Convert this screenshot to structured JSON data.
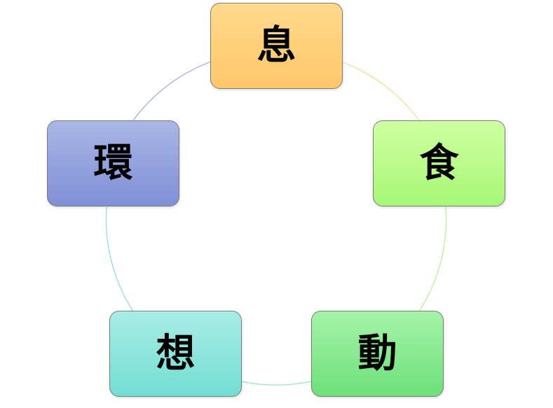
{
  "diagram": {
    "type": "cycle",
    "nodes": [
      {
        "label": "息",
        "color_top": "#FFD98C",
        "color_bottom": "#FFC76B"
      },
      {
        "label": "食",
        "color_top": "#CFFFA0",
        "color_bottom": "#A6F777"
      },
      {
        "label": "動",
        "color_top": "#A4F3A7",
        "color_bottom": "#6EE07A"
      },
      {
        "label": "想",
        "color_top": "#A8EDE6",
        "color_bottom": "#73DDD3"
      },
      {
        "label": "環",
        "color_top": "#A9B6E6",
        "color_bottom": "#7F90D6"
      }
    ],
    "arc_colors": [
      "#F5D98A",
      "#B9EE8E",
      "#9BE7B8",
      "#8ED9E0",
      "#9AA8D8"
    ]
  }
}
